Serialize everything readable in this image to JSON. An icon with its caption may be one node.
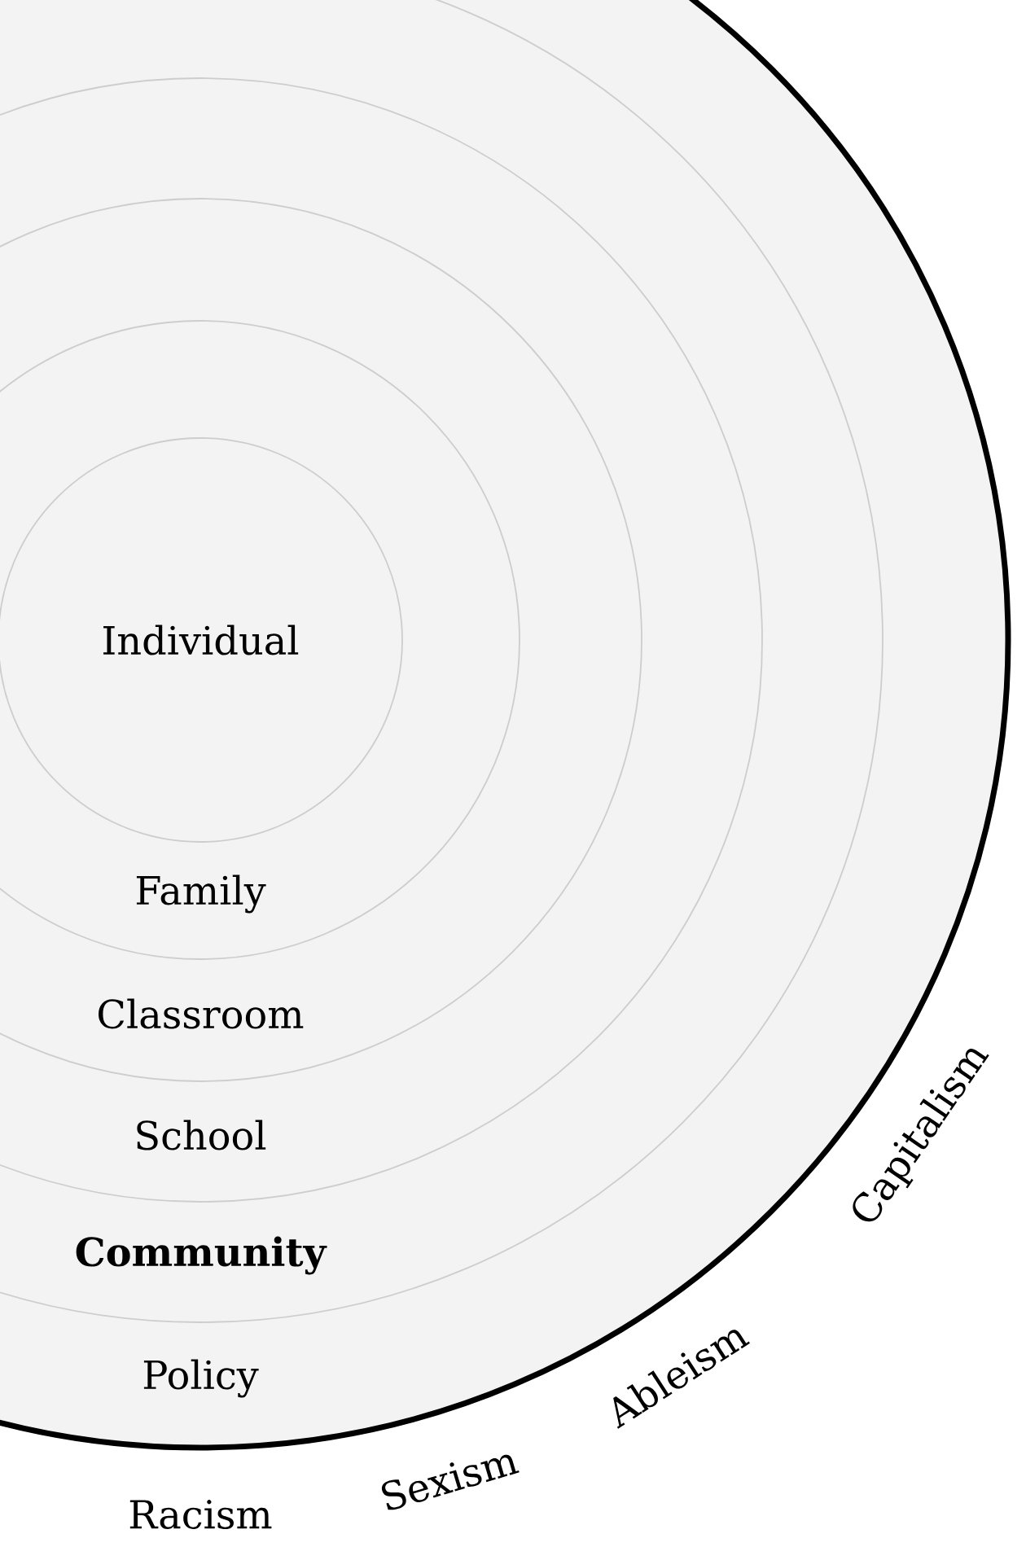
{
  "diagram": {
    "nodes": [
      {
        "text": [
          "Policy"
        ]
      },
      {
        "text": [
          "Community"
        ],
        "in": 0
      },
      {
        "text": [
          "School"
        ],
        "in": 1
      },
      {
        "text": [
          "Classroom"
        ],
        "in": 2
      },
      {
        "text": [
          "Family"
        ],
        "in": 3
      },
      {
        "text": [
          "Individual"
        ],
        "in": 4
      }
    ],
    "labels": [
      "Racism",
      "Sexism",
      "Ableism",
      "Capitalism"
    ]
  }
}
